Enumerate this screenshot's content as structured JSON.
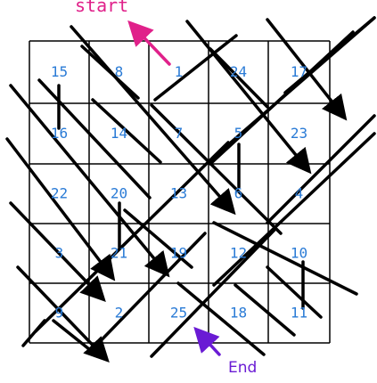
{
  "puzzle": {
    "rows": 5,
    "cols": 5,
    "start_label": "start",
    "end_label": "End",
    "colors": {
      "grid": "#000000",
      "number": "#2a7bd6",
      "arrow": "#000000",
      "start_arrow": "#e0218a",
      "end_arrow": "#6a1bd4"
    },
    "cells": [
      [
        "15",
        "8",
        "1",
        "24",
        "17"
      ],
      [
        "16",
        "14",
        "7",
        "5",
        "23"
      ],
      [
        "22",
        "20",
        "13",
        "6",
        "4"
      ],
      [
        "3",
        "21",
        "19",
        "12",
        "10"
      ],
      [
        "9",
        "2",
        "25",
        "18",
        "11"
      ]
    ]
  }
}
